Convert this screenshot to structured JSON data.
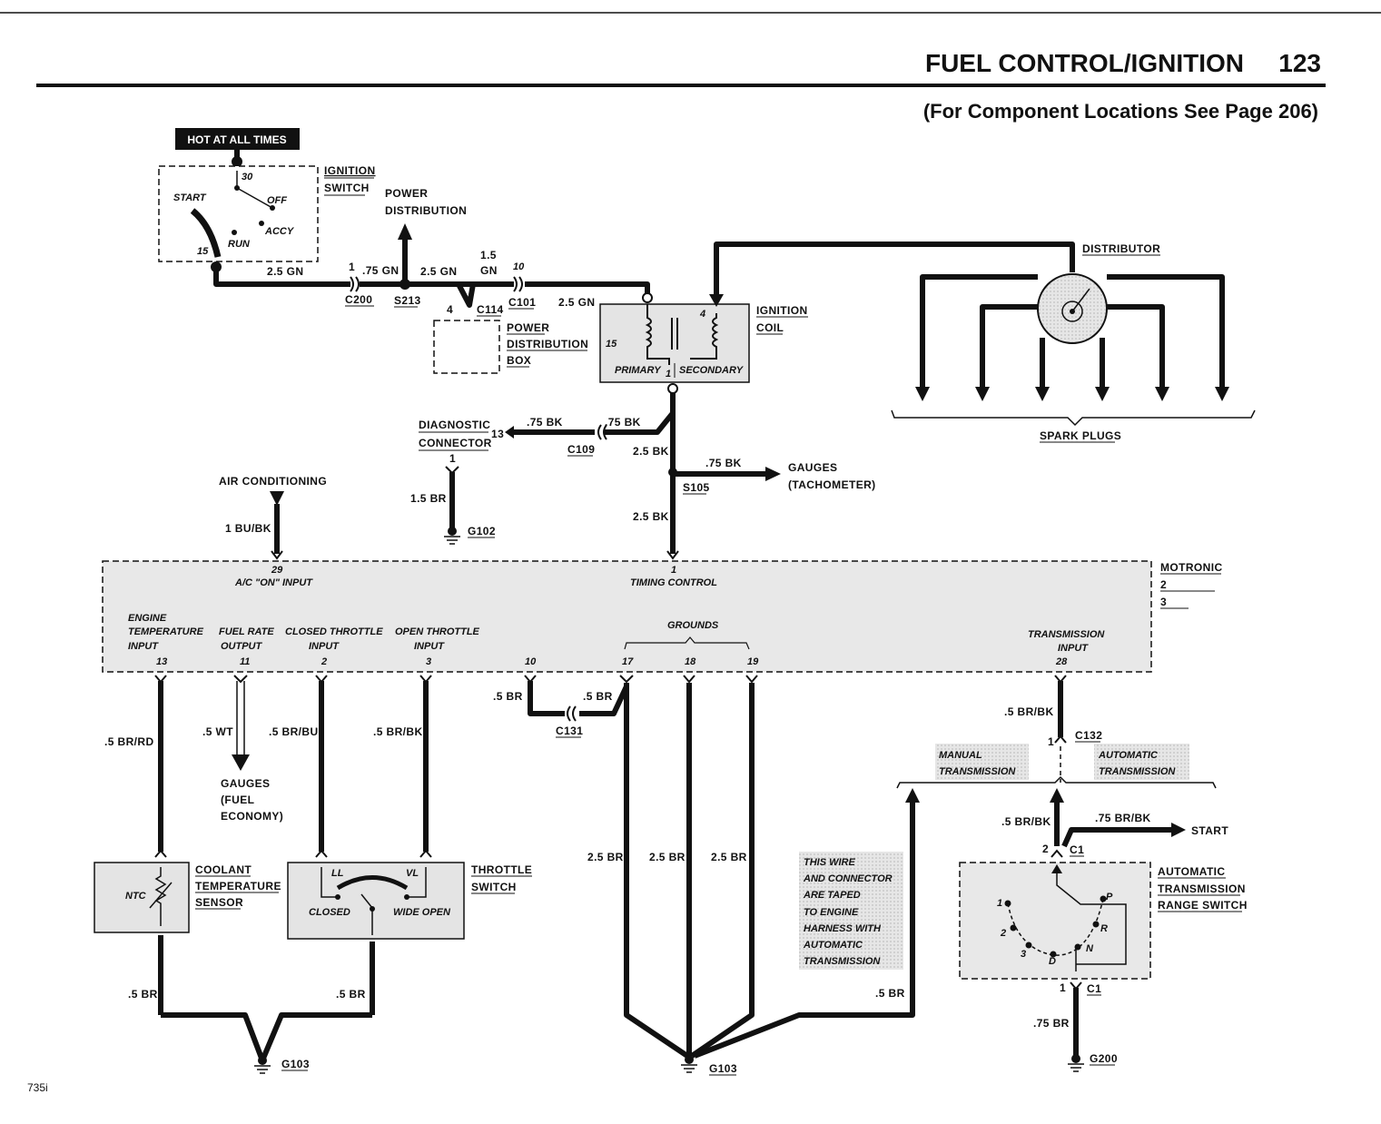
{
  "header": {
    "title": "FUEL CONTROL/IGNITION",
    "page_number": "123",
    "subtitle": "(For Component Locations See Page 206)"
  },
  "footer": {
    "model": "735i"
  },
  "labels": {
    "hot_at_all_times": "HOT AT ALL TIMES",
    "ignition_switch_1": "IGNITION",
    "ignition_switch_2": "SWITCH",
    "sw_30": "30",
    "sw_start": "START",
    "sw_off": "OFF",
    "sw_accy": "ACCY",
    "sw_run": "RUN",
    "sw_15": "15",
    "power_distribution_1": "POWER",
    "power_distribution_2": "DISTRIBUTION",
    "w_25gn_a": "2.5 GN",
    "pin_1_c200": "1",
    "w_75gn": ".75 GN",
    "w_25gn_b": "2.5 GN",
    "w_15_a": "1.5",
    "w_gn": "GN",
    "pin_10": "10",
    "c200": "C200",
    "s213": "S213",
    "c101": "C101",
    "w_25gn_c": "2.5 GN",
    "pin_4_c114": "4",
    "c114": "C114",
    "pdb_1": "POWER",
    "pdb_2": "DISTRIBUTION",
    "pdb_3": "BOX",
    "coil_1": "IGNITION",
    "coil_2": "COIL",
    "coil_4": "4",
    "coil_15": "15",
    "coil_primary": "PRIMARY",
    "coil_pin1": "1",
    "coil_secondary": "SECONDARY",
    "distributor": "DISTRIBUTOR",
    "spark_plugs": "SPARK PLUGS",
    "diag_1": "DIAGNOSTIC",
    "diag_2": "CONNECTOR",
    "diag_13": "13",
    "diag_pin1": "1",
    "w_75bk_a": ".75 BK",
    "w_75bk_b": ".75 BK",
    "c109": "C109",
    "w_25bk_a": "2.5 BK",
    "w_75bk_c": ".75 BK",
    "gauges_1": "GAUGES",
    "gauges_2": "(TACHOMETER)",
    "s105": "S105",
    "w_25bk_b": "2.5 BK",
    "w_15br": "1.5 BR",
    "g102": "G102",
    "air_conditioning": "AIR CONDITIONING",
    "w_1bubk": "1 BU/BK",
    "mcu_1": "MOTRONIC",
    "mcu_2": "2",
    "mcu_3": "3",
    "mcu_29": "29",
    "mcu_ac_input": "A/C \"ON\" INPUT",
    "mcu_pin1": "1",
    "mcu_timing": "TIMING CONTROL",
    "mcu_engine": "ENGINE",
    "mcu_temperature": "TEMPERATURE",
    "mcu_input": "INPUT",
    "mcu_13": "13",
    "mcu_fuel_rate": "FUEL RATE",
    "mcu_output": "OUTPUT",
    "mcu_11": "11",
    "mcu_closed_throttle": "CLOSED THROTTLE",
    "mcu_input2": "INPUT",
    "mcu_open_throttle": "OPEN THROTTLE",
    "mcu_input3": "INPUT",
    "mcu_10": "10",
    "mcu_grounds": "GROUNDS",
    "mcu_17": "17",
    "mcu_18": "18",
    "mcu_19": "19",
    "mcu_transmission": "TRANSMISSION",
    "mcu_input4": "INPUT",
    "mcu_28": "28",
    "w_5brrd": ".5 BR/RD",
    "w_5wt": ".5 WT",
    "w_5brbu": ".5 BR/BU",
    "w_5brbk_a": ".5 BR/BK",
    "w_5br_a": ".5 BR",
    "w_5br_b": ".5 BR",
    "c131": "C131",
    "gauges_fuel_1": "GAUGES",
    "gauges_fuel_2": "(FUEL",
    "gauges_fuel_3": "ECONOMY)",
    "coolant_1": "COOLANT",
    "coolant_2": "TEMPERATURE",
    "coolant_3": "SENSOR",
    "ntc": "NTC",
    "throttle_1": "THROTTLE",
    "throttle_2": "SWITCH",
    "thr_ll": "LL",
    "thr_vl": "VL",
    "thr_closed": "CLOSED",
    "thr_wide": "WIDE OPEN",
    "w_25br_a": "2.5 BR",
    "w_25br_b": "2.5 BR",
    "w_25br_c": "2.5 BR",
    "w_5br_c": ".5 BR",
    "w_5br_d": ".5 BR",
    "g103_a": "G103",
    "g103_b": "G103",
    "taped_1": "THIS WIRE",
    "taped_2": "AND CONNECTOR",
    "taped_3": "ARE TAPED",
    "taped_4": "TO ENGINE",
    "taped_5": "HARNESS WITH",
    "taped_6": "AUTOMATIC",
    "taped_7": "TRANSMISSION",
    "w_5br_e": ".5 BR",
    "w_5brbk_b": ".5 BR/BK",
    "c132_pin": "1",
    "c132": "C132",
    "manual_1": "MANUAL",
    "manual_2": "TRANSMISSION",
    "auto_1": "AUTOMATIC",
    "auto_2": "TRANSMISSION",
    "w_5brbk_c": ".5 BR/BK",
    "w_75brbk": ".75 BR/BK",
    "start": "START",
    "c1_pin2": "2",
    "c1_a": "C1",
    "atrs_1": "AUTOMATIC",
    "atrs_2": "TRANSMISSION",
    "atrs_3": "RANGE SWITCH",
    "atrs_1pos": "1",
    "atrs_2pos": "2",
    "atrs_3pos": "3",
    "atrs_d": "D",
    "atrs_n": "N",
    "atrs_r": "R",
    "atrs_p": "P",
    "c1_pin1": "1",
    "c1_b": "C1",
    "w_75br": ".75 BR",
    "g200": "G200"
  }
}
